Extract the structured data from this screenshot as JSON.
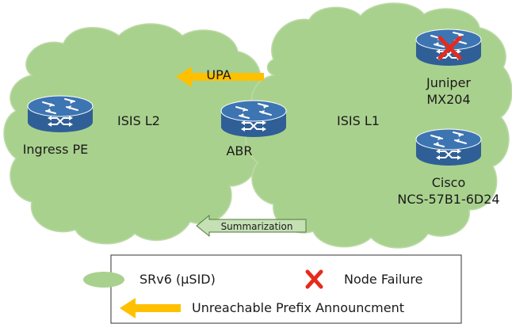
{
  "colors": {
    "cloud_fill": "#a9d18e",
    "cloud_stroke": "#bcd9a6",
    "router_fill": "#2f5f96",
    "router_top": "#3d75b3",
    "arrow_orange": "#ffc000",
    "x_red": "#e62a1b",
    "summ_fill": "#c5e0b4",
    "summ_stroke": "#4f7a3a"
  },
  "areas": {
    "l2_label": "ISIS L2",
    "l1_label": "ISIS L1"
  },
  "nodes": {
    "ingress": "Ingress PE",
    "abr": "ABR",
    "juniper_line1": "Juniper",
    "juniper_line2": "MX204",
    "cisco_line1": "Cisco",
    "cisco_line2": "NCS-57B1-6D24"
  },
  "icons": {
    "router": "router-icon",
    "failure": "node-failure-x-icon",
    "upa_arrow": "left-arrow-icon"
  },
  "arrows": {
    "upa_label": "UPA",
    "summarization_label": "Summarization"
  },
  "legend": {
    "srv6": "SRv6 (µSID)",
    "failure": "Node Failure",
    "upa": "Unreachable Prefix Announcment"
  }
}
